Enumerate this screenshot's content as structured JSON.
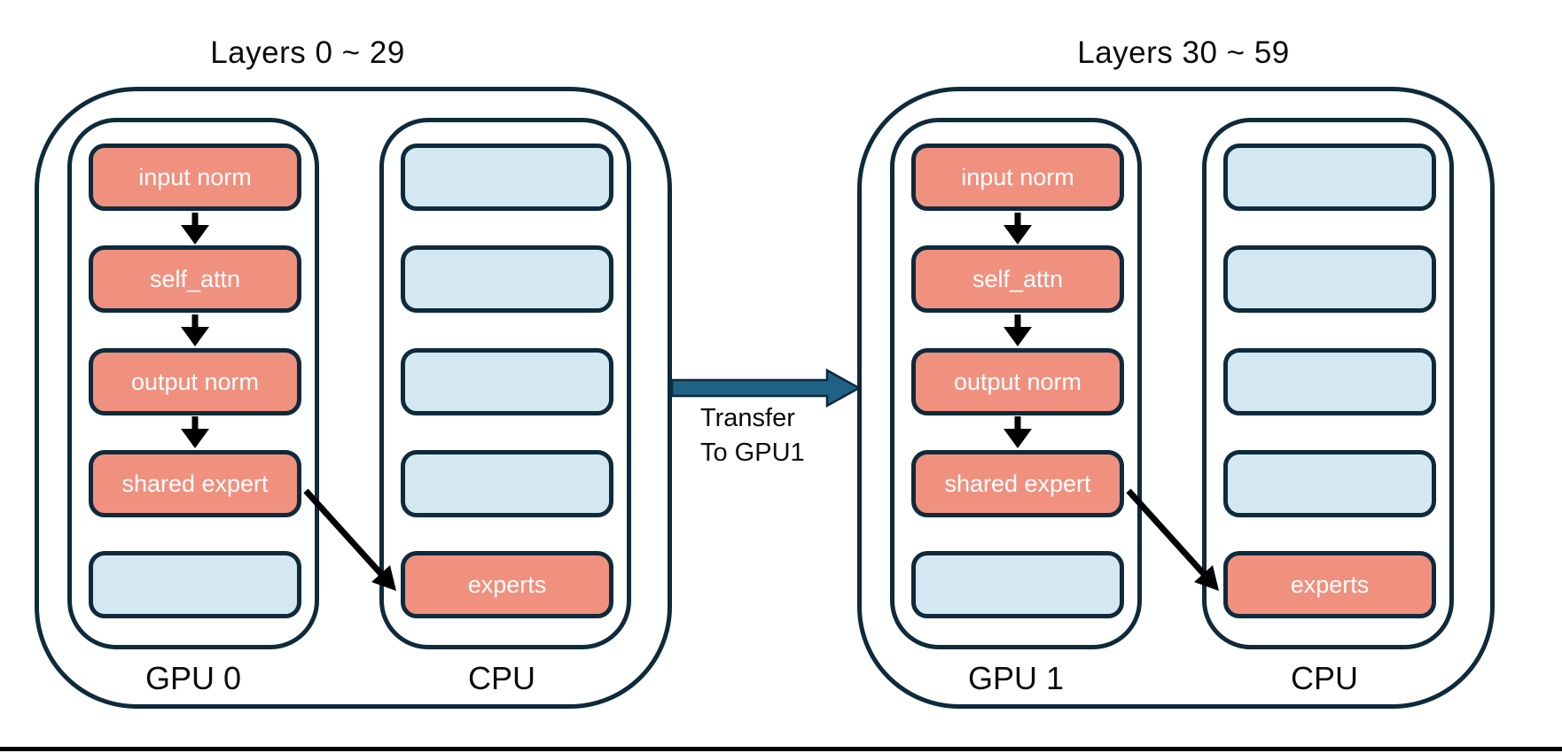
{
  "diagram": {
    "groups": [
      {
        "title": "Layers 0 ~ 29",
        "gpu_label": "GPU 0",
        "cpu_label": "CPU",
        "gpu_boxes": [
          "input norm",
          "self_attn",
          "output norm",
          "shared expert"
        ],
        "cpu_expert_label": "experts"
      },
      {
        "title": "Layers 30 ~ 59",
        "gpu_label": "GPU 1",
        "cpu_label": "CPU",
        "gpu_boxes": [
          "input norm",
          "self_attn",
          "output norm",
          "shared expert"
        ],
        "cpu_expert_label": "experts"
      }
    ],
    "transfer": {
      "line1": "Transfer",
      "line2": "To GPU1"
    },
    "colors": {
      "module_fill": "#F0907E",
      "empty_fill": "#D3E8F1",
      "outline": "#0E2A3B",
      "transfer_arrow": "#1F6286",
      "flow_arrow": "#000000"
    }
  }
}
